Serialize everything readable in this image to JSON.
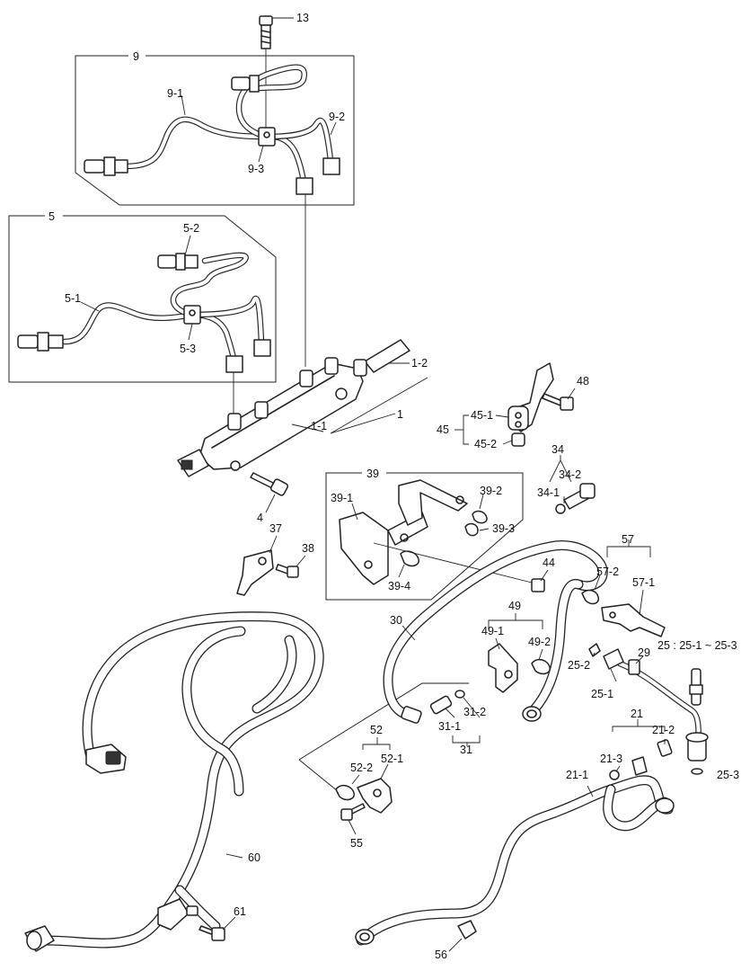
{
  "callouts": [
    {
      "id": "c13",
      "text": "13"
    },
    {
      "id": "c9",
      "text": "9"
    },
    {
      "id": "c9_1",
      "text": "9-1"
    },
    {
      "id": "c9_2",
      "text": "9-2"
    },
    {
      "id": "c9_3",
      "text": "9-3"
    },
    {
      "id": "c5",
      "text": "5"
    },
    {
      "id": "c5_2",
      "text": "5-2"
    },
    {
      "id": "c5_1",
      "text": "5-1"
    },
    {
      "id": "c5_3",
      "text": "5-3"
    },
    {
      "id": "c1_2",
      "text": "1-2"
    },
    {
      "id": "c1",
      "text": "1"
    },
    {
      "id": "c1_1",
      "text": "1-1"
    },
    {
      "id": "c48",
      "text": "48"
    },
    {
      "id": "c45_1",
      "text": "45-1"
    },
    {
      "id": "c45",
      "text": "45"
    },
    {
      "id": "c45_2",
      "text": "45-2"
    },
    {
      "id": "c34",
      "text": "34"
    },
    {
      "id": "c34_2",
      "text": "34-2"
    },
    {
      "id": "c34_1",
      "text": "34-1"
    },
    {
      "id": "c39",
      "text": "39"
    },
    {
      "id": "c39_1",
      "text": "39-1"
    },
    {
      "id": "c39_2",
      "text": "39-2"
    },
    {
      "id": "c39_3",
      "text": "39-3"
    },
    {
      "id": "c39_4",
      "text": "39-4"
    },
    {
      "id": "c4",
      "text": "4"
    },
    {
      "id": "c37",
      "text": "37"
    },
    {
      "id": "c38",
      "text": "38"
    },
    {
      "id": "c44",
      "text": "44"
    },
    {
      "id": "c57",
      "text": "57"
    },
    {
      "id": "c57_2",
      "text": "57-2"
    },
    {
      "id": "c57_1",
      "text": "57-1"
    },
    {
      "id": "c25",
      "text": "25 : 25-1 ~ 25-3"
    },
    {
      "id": "c49",
      "text": "49"
    },
    {
      "id": "c49_1",
      "text": "49-1"
    },
    {
      "id": "c49_2",
      "text": "49-2"
    },
    {
      "id": "c30",
      "text": "30"
    },
    {
      "id": "c25_2",
      "text": "25-2"
    },
    {
      "id": "c29",
      "text": "29"
    },
    {
      "id": "c25_1",
      "text": "25-1"
    },
    {
      "id": "c31_2",
      "text": "31-2"
    },
    {
      "id": "c31_1",
      "text": "31-1"
    },
    {
      "id": "c31",
      "text": "31"
    },
    {
      "id": "c21",
      "text": "21"
    },
    {
      "id": "c21_2",
      "text": "21-2"
    },
    {
      "id": "c21_3",
      "text": "21-3"
    },
    {
      "id": "c52",
      "text": "52"
    },
    {
      "id": "c52_2",
      "text": "52-2"
    },
    {
      "id": "c52_1",
      "text": "52-1"
    },
    {
      "id": "c25_3",
      "text": "25-3"
    },
    {
      "id": "c21_1",
      "text": "21-1"
    },
    {
      "id": "c55",
      "text": "55"
    },
    {
      "id": "c60",
      "text": "60"
    },
    {
      "id": "c61",
      "text": "61"
    },
    {
      "id": "c56",
      "text": "56"
    }
  ]
}
